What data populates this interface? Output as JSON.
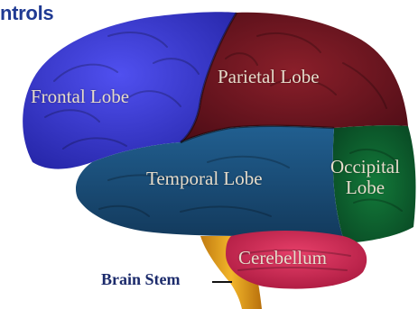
{
  "header": {
    "title_fragment": "ntrols"
  },
  "diagram": {
    "lobes": {
      "frontal": {
        "label": "Frontal Lobe",
        "color": "#3a3ad8"
      },
      "parietal": {
        "label": "Parietal Lobe",
        "color": "#6e1620"
      },
      "temporal": {
        "label": "Temporal Lobe",
        "color": "#1a4f7a"
      },
      "occipital": {
        "label": "Occipital\nLobe",
        "color": "#0e5e2e"
      },
      "cerebellum": {
        "label": "Cerebellum",
        "color": "#d42a56"
      }
    },
    "brain_stem": {
      "label": "Brain Stem",
      "color": "#e6a21a"
    }
  }
}
